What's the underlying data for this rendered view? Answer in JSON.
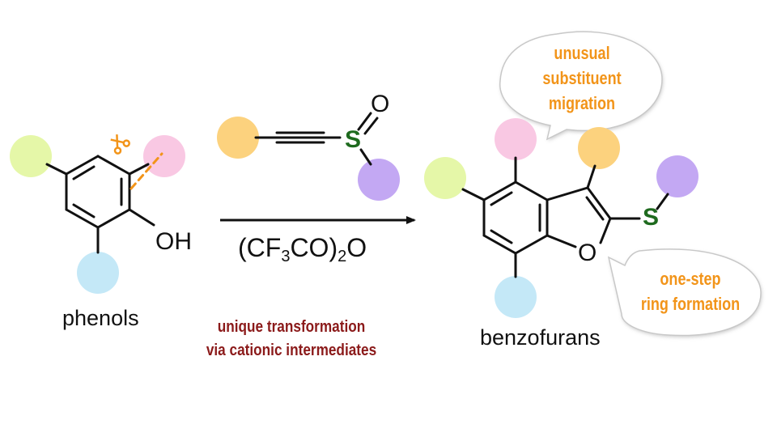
{
  "labels": {
    "phenols": "phenols",
    "benzofurans": "benzofurans",
    "oh": "OH",
    "o_furan": "O",
    "s_product": "S",
    "s_reagent": "S",
    "o_sulfoxide": "O"
  },
  "reagent": {
    "open": "(CF",
    "sub1": "3",
    "mid": "CO)",
    "sub2": "2",
    "end": "O"
  },
  "notes": {
    "transformation_line1": "unique transformation",
    "transformation_line2": "via cationic intermediates",
    "migration_line1": "unusual",
    "migration_line2": "substituent",
    "migration_line3": "migration",
    "ring_line1": "one-step",
    "ring_line2": "ring formation"
  },
  "colors": {
    "green": "#e5f7a8",
    "pink": "#f9c8e3",
    "blue": "#c4e8f7",
    "orange": "#fcd27e",
    "purple": "#c3a8f3",
    "note_orange": "#f29419",
    "note_red": "#8b1a1a",
    "sulfur_green": "#1e6a1e"
  },
  "icons": {
    "scissors": "scissors-icon"
  }
}
